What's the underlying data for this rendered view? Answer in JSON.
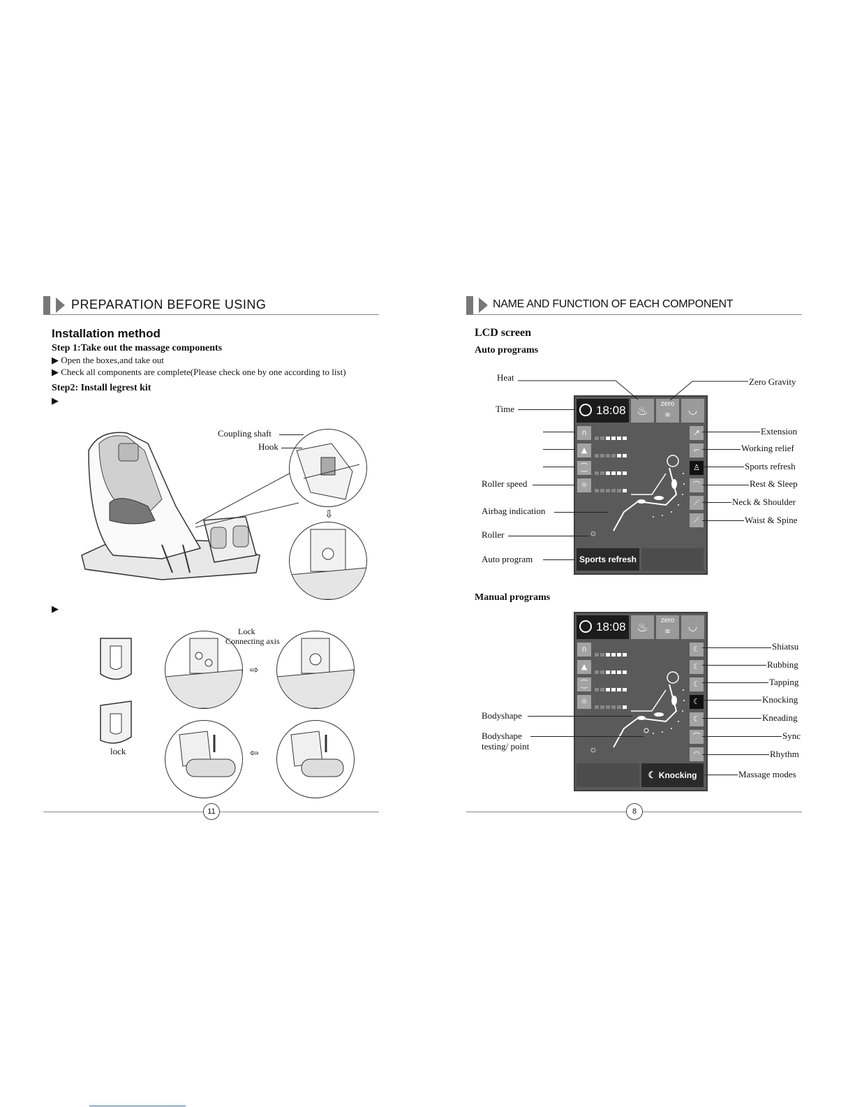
{
  "left": {
    "section_title": "PREPARATION BEFORE USING",
    "heading": "Installation method",
    "step1_title": "Step 1:Take out the massage components",
    "step1_items": [
      "Open the boxes,and take out",
      "Check all components are complete(Please check one by one according to list)"
    ],
    "step2_title": "Step2: Install legrest kit",
    "bullet": "▶",
    "labels": {
      "coupling_shaft": "Coupling shaft",
      "hook": "Hook",
      "lock": "Lock",
      "connecting_axis": "Connecting axis",
      "lock_small": "lock"
    },
    "arrows": {
      "down": "⇩",
      "right": "⇨",
      "left": "⇦"
    },
    "page_number": "11"
  },
  "right": {
    "section_title": "NAME AND FUNCTION OF EACH COMPONENT",
    "heading": "LCD screen",
    "auto_title": "Auto programs",
    "manual_title": "Manual programs",
    "auto_labels": {
      "heat": "Heat",
      "time": "Time",
      "roller_speed": "Roller speed",
      "airbag_indication": "Airbag indication",
      "roller": "Roller",
      "auto_program": "Auto program",
      "zero_gravity": "Zero Gravity",
      "extension": "Extension",
      "working_relief": "Working relief",
      "sports_refresh": "Sports refresh",
      "rest_sleep": "Rest & Sleep",
      "neck_shoulder": "Neck & Shoulder",
      "waist_spine": "Waist & Spine"
    },
    "manual_labels": {
      "bodyshape": "Bodyshape",
      "bodyshape_testing_1": "Bodyshape",
      "bodyshape_testing_2": "testing/ point",
      "shiatsu": "Shiatsu",
      "rubbing": "Rubbing",
      "tapping": "Tapping",
      "knocking": "Knocking",
      "kneading": "Kneading",
      "sync": "Sync",
      "rhythm": "Rhythm",
      "massage_modes": "Massage modes"
    },
    "lcd": {
      "time": "18:08",
      "zero": "zero",
      "auto_program_value": "Sports refresh",
      "massage_mode_value": "Knocking"
    },
    "page_number": "8"
  }
}
